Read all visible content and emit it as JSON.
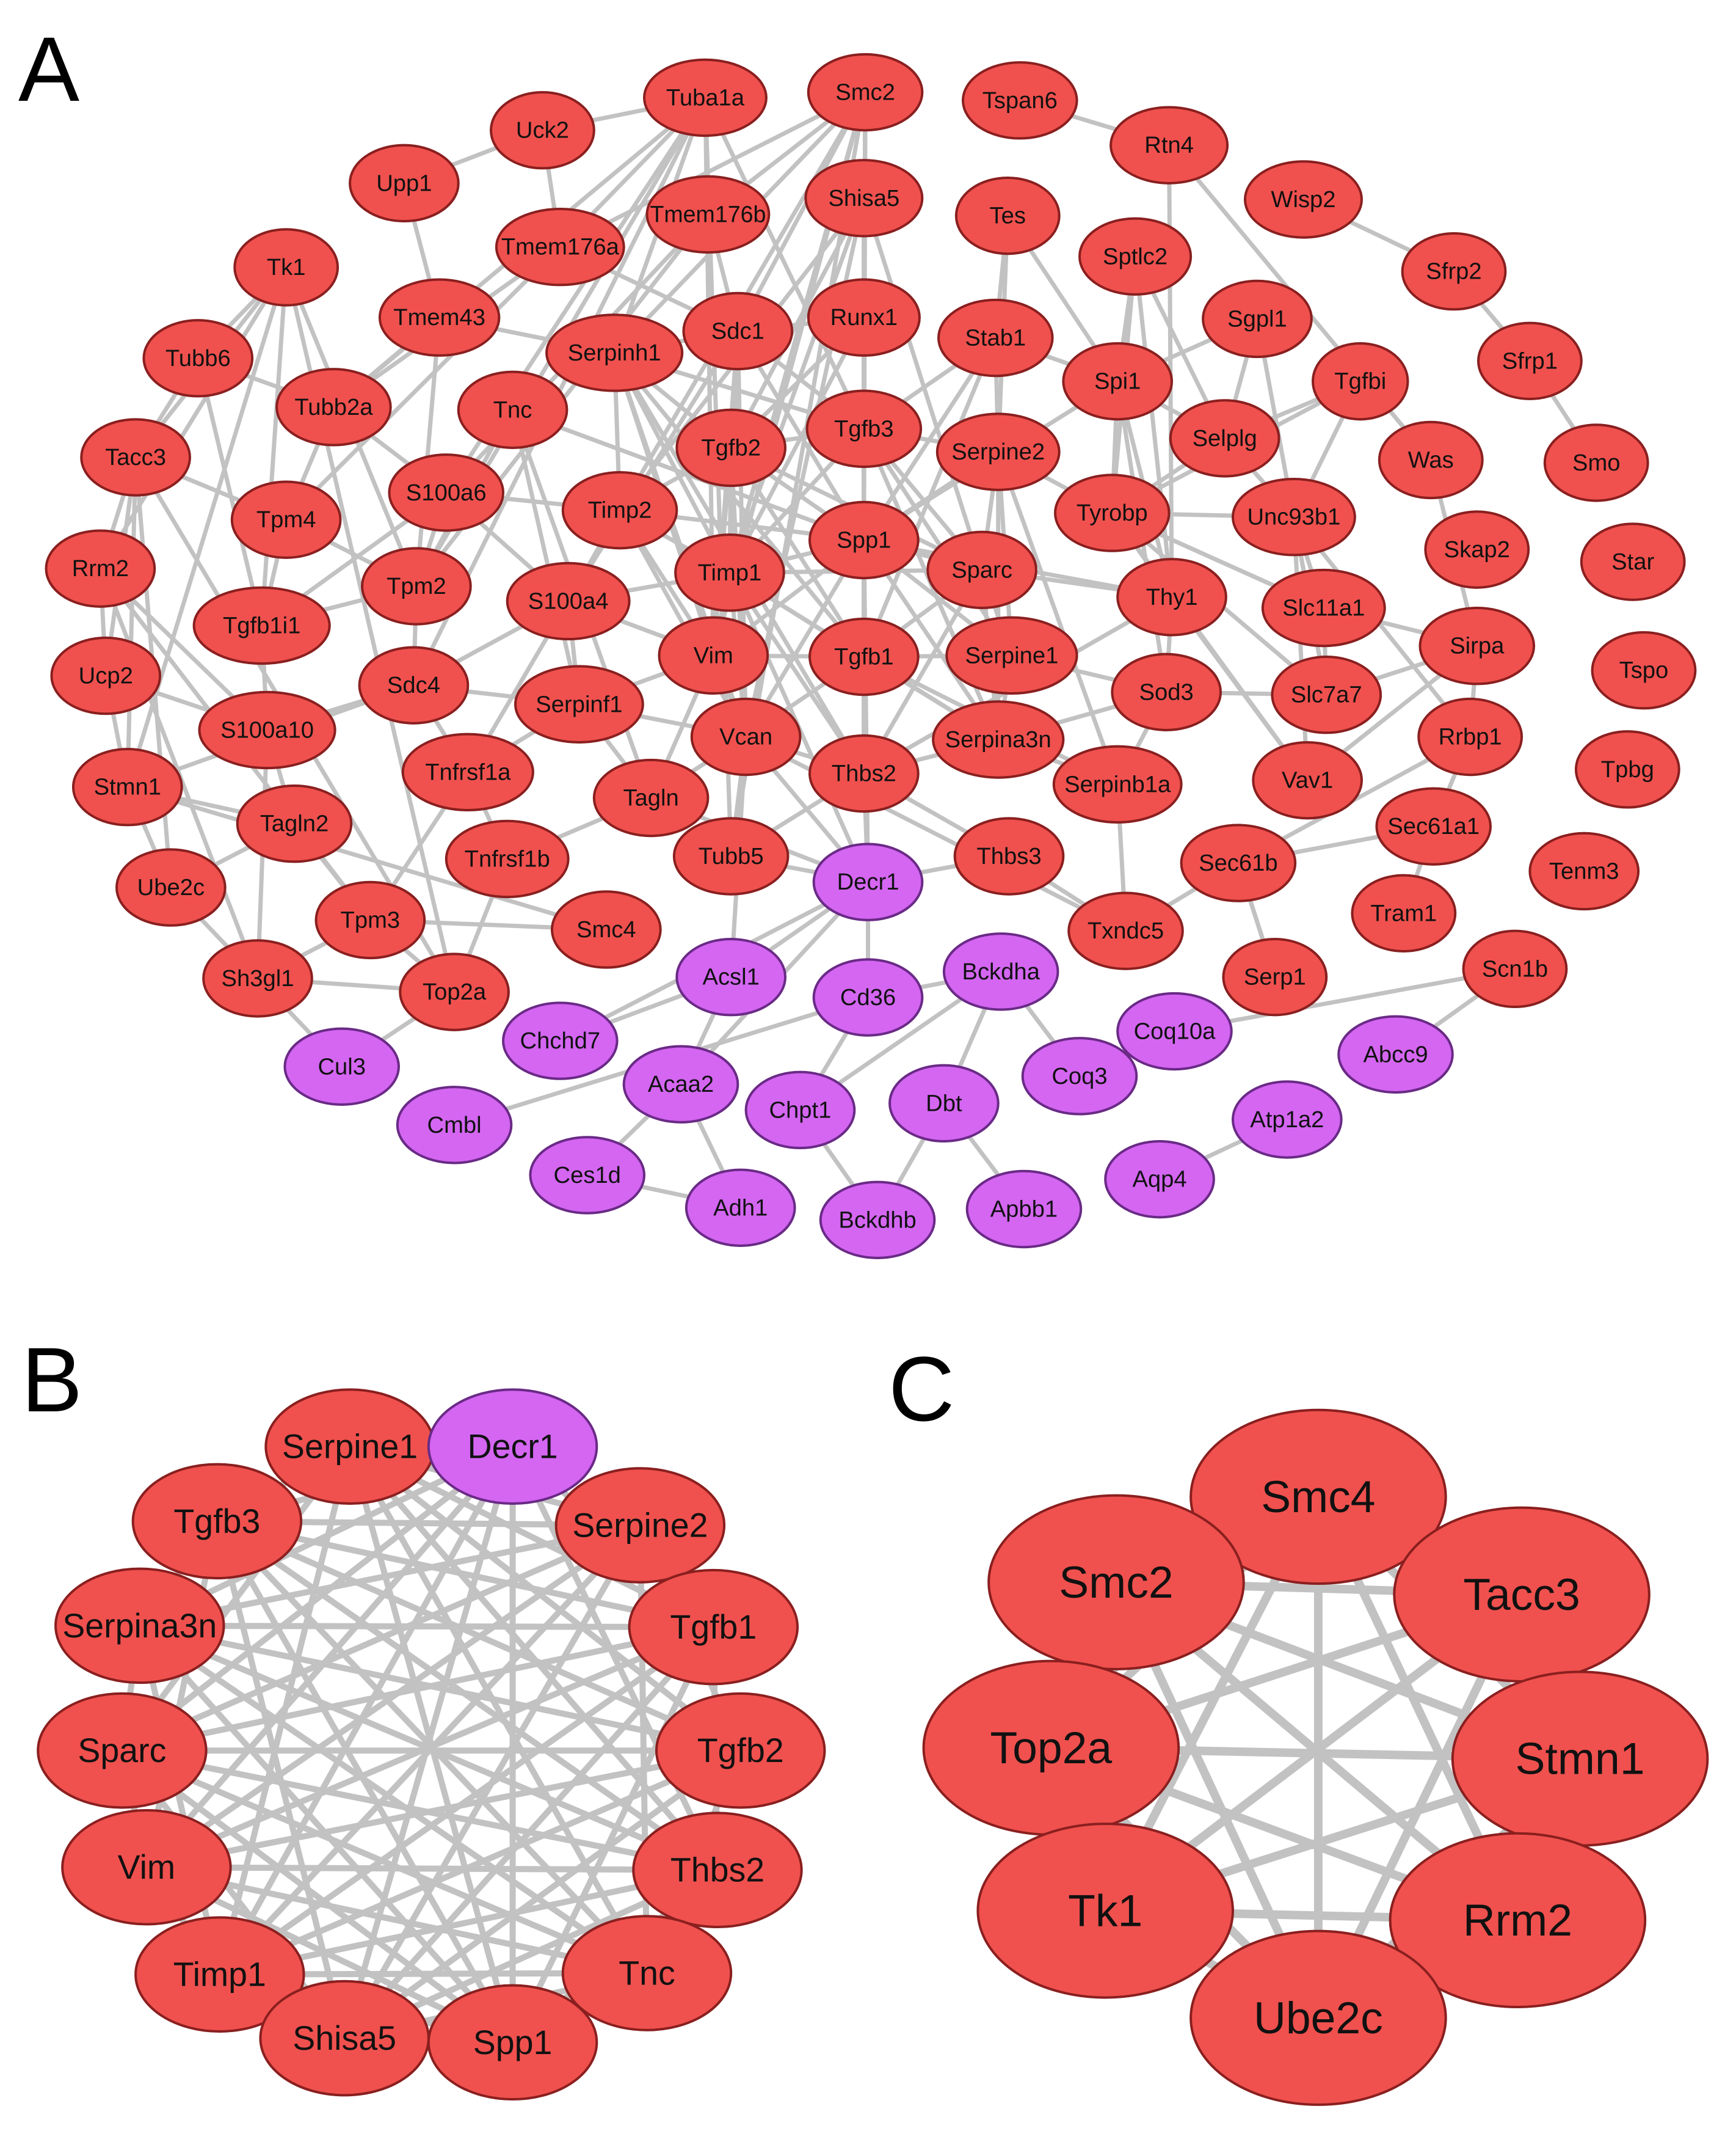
{
  "colors": {
    "up": "#f0514e",
    "down": "#d466f2",
    "up_stroke": "#8a1f1f",
    "down_stroke": "#6a2a86",
    "edge": "#c2c2c2"
  },
  "panels": [
    {
      "label": "A",
      "nodes": [
        {
          "id": "Smc2",
          "t": "up"
        },
        {
          "id": "Tuba1a",
          "t": "up"
        },
        {
          "id": "Tspan6",
          "t": "up"
        },
        {
          "id": "Uck2",
          "t": "up"
        },
        {
          "id": "Rtn4",
          "t": "up"
        },
        {
          "id": "Upp1",
          "t": "up"
        },
        {
          "id": "Shisa5",
          "t": "up"
        },
        {
          "id": "Tmem176b",
          "t": "up"
        },
        {
          "id": "Tes",
          "t": "up"
        },
        {
          "id": "Wisp2",
          "t": "up"
        },
        {
          "id": "Tk1",
          "t": "up"
        },
        {
          "id": "Tmem176a",
          "t": "up"
        },
        {
          "id": "Sptlc2",
          "t": "up"
        },
        {
          "id": "Sfrp2",
          "t": "up"
        },
        {
          "id": "Tmem43",
          "t": "up"
        },
        {
          "id": "Runx1",
          "t": "up"
        },
        {
          "id": "Sdc1",
          "t": "up"
        },
        {
          "id": "Stab1",
          "t": "up"
        },
        {
          "id": "Sgpl1",
          "t": "up"
        },
        {
          "id": "Tubb6",
          "t": "up"
        },
        {
          "id": "Serpinh1",
          "t": "up"
        },
        {
          "id": "Spi1",
          "t": "up"
        },
        {
          "id": "Tgfbi",
          "t": "up"
        },
        {
          "id": "Sfrp1",
          "t": "up"
        },
        {
          "id": "Tubb2a",
          "t": "up"
        },
        {
          "id": "Tnc",
          "t": "up"
        },
        {
          "id": "Tgfb3",
          "t": "up"
        },
        {
          "id": "Tgfb2",
          "t": "up"
        },
        {
          "id": "Serpine2",
          "t": "up"
        },
        {
          "id": "Selplg",
          "t": "up"
        },
        {
          "id": "Tacc3",
          "t": "up"
        },
        {
          "id": "Was",
          "t": "up"
        },
        {
          "id": "Smo",
          "t": "up"
        },
        {
          "id": "S100a6",
          "t": "up"
        },
        {
          "id": "Tyrobp",
          "t": "up"
        },
        {
          "id": "Timp2",
          "t": "up"
        },
        {
          "id": "Unc93b1",
          "t": "up"
        },
        {
          "id": "Tpm4",
          "t": "up"
        },
        {
          "id": "Spp1",
          "t": "up"
        },
        {
          "id": "Skap2",
          "t": "up"
        },
        {
          "id": "Star",
          "t": "up"
        },
        {
          "id": "Rrm2",
          "t": "up"
        },
        {
          "id": "Timp1",
          "t": "up"
        },
        {
          "id": "Sparc",
          "t": "up"
        },
        {
          "id": "Tpm2",
          "t": "up"
        },
        {
          "id": "S100a4",
          "t": "up"
        },
        {
          "id": "Thy1",
          "t": "up"
        },
        {
          "id": "Slc11a1",
          "t": "up"
        },
        {
          "id": "Tgfb1i1",
          "t": "up"
        },
        {
          "id": "Sirpa",
          "t": "up"
        },
        {
          "id": "Vim",
          "t": "up"
        },
        {
          "id": "Tgfb1",
          "t": "up"
        },
        {
          "id": "Serpine1",
          "t": "up"
        },
        {
          "id": "Tspo",
          "t": "up"
        },
        {
          "id": "Ucp2",
          "t": "up"
        },
        {
          "id": "Sdc4",
          "t": "up"
        },
        {
          "id": "Sod3",
          "t": "up"
        },
        {
          "id": "Slc7a7",
          "t": "up"
        },
        {
          "id": "Serpinf1",
          "t": "up"
        },
        {
          "id": "S100a10",
          "t": "up"
        },
        {
          "id": "Vcan",
          "t": "up"
        },
        {
          "id": "Serpina3n",
          "t": "up"
        },
        {
          "id": "Rrbp1",
          "t": "up"
        },
        {
          "id": "Tnfrsf1a",
          "t": "up"
        },
        {
          "id": "Thbs2",
          "t": "up"
        },
        {
          "id": "Stmn1",
          "t": "up"
        },
        {
          "id": "Tpbg",
          "t": "up"
        },
        {
          "id": "Serpinb1a",
          "t": "up"
        },
        {
          "id": "Vav1",
          "t": "up"
        },
        {
          "id": "Tagln",
          "t": "up"
        },
        {
          "id": "Tagln2",
          "t": "up"
        },
        {
          "id": "Sec61a1",
          "t": "up"
        },
        {
          "id": "Tubb5",
          "t": "up"
        },
        {
          "id": "Tnfrsf1b",
          "t": "up"
        },
        {
          "id": "Thbs3",
          "t": "up"
        },
        {
          "id": "Decr1",
          "t": "down"
        },
        {
          "id": "Sec61b",
          "t": "up"
        },
        {
          "id": "Tenm3",
          "t": "up"
        },
        {
          "id": "Ube2c",
          "t": "up"
        },
        {
          "id": "Tram1",
          "t": "up"
        },
        {
          "id": "Tpm3",
          "t": "up"
        },
        {
          "id": "Smc4",
          "t": "up"
        },
        {
          "id": "Txndc5",
          "t": "up"
        },
        {
          "id": "Sh3gl1",
          "t": "up"
        },
        {
          "id": "Acsl1",
          "t": "down"
        },
        {
          "id": "Bckdha",
          "t": "down"
        },
        {
          "id": "Serp1",
          "t": "up"
        },
        {
          "id": "Scn1b",
          "t": "up"
        },
        {
          "id": "Top2a",
          "t": "up"
        },
        {
          "id": "Cd36",
          "t": "down"
        },
        {
          "id": "Chchd7",
          "t": "down"
        },
        {
          "id": "Coq10a",
          "t": "down"
        },
        {
          "id": "Cul3",
          "t": "down"
        },
        {
          "id": "Abcc9",
          "t": "down"
        },
        {
          "id": "Acaa2",
          "t": "down"
        },
        {
          "id": "Coq3",
          "t": "down"
        },
        {
          "id": "Chpt1",
          "t": "down"
        },
        {
          "id": "Dbt",
          "t": "down"
        },
        {
          "id": "Cmbl",
          "t": "down"
        },
        {
          "id": "Atp1a2",
          "t": "down"
        },
        {
          "id": "Ces1d",
          "t": "down"
        },
        {
          "id": "Aqp4",
          "t": "down"
        },
        {
          "id": "Adh1",
          "t": "down"
        },
        {
          "id": "Apbb1",
          "t": "down"
        },
        {
          "id": "Bckdhb",
          "t": "down"
        }
      ]
    },
    {
      "label": "B",
      "nodes": [
        {
          "id": "Serpine1",
          "t": "up"
        },
        {
          "id": "Decr1",
          "t": "down"
        },
        {
          "id": "Tgfb3",
          "t": "up"
        },
        {
          "id": "Serpine2",
          "t": "up"
        },
        {
          "id": "Serpina3n",
          "t": "up"
        },
        {
          "id": "Tgfb1",
          "t": "up"
        },
        {
          "id": "Sparc",
          "t": "up"
        },
        {
          "id": "Tgfb2",
          "t": "up"
        },
        {
          "id": "Vim",
          "t": "up"
        },
        {
          "id": "Thbs2",
          "t": "up"
        },
        {
          "id": "Timp1",
          "t": "up"
        },
        {
          "id": "Tnc",
          "t": "up"
        },
        {
          "id": "Shisa5",
          "t": "up"
        },
        {
          "id": "Spp1",
          "t": "up"
        }
      ]
    },
    {
      "label": "C",
      "nodes": [
        {
          "id": "Smc4",
          "t": "up"
        },
        {
          "id": "Smc2",
          "t": "up"
        },
        {
          "id": "Tacc3",
          "t": "up"
        },
        {
          "id": "Top2a",
          "t": "up"
        },
        {
          "id": "Stmn1",
          "t": "up"
        },
        {
          "id": "Tk1",
          "t": "up"
        },
        {
          "id": "Rrm2",
          "t": "up"
        },
        {
          "id": "Ube2c",
          "t": "up"
        }
      ]
    }
  ]
}
